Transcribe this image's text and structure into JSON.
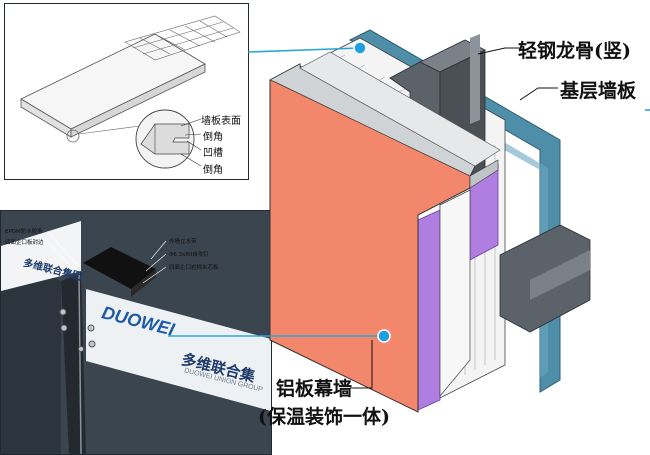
{
  "callouts": {
    "stud": "轻钢龙骨(竖)",
    "base_board": "基层墙板",
    "curtain_wall_line1": "铝板幕墙",
    "curtain_wall_line2": "(保温装饰一体)"
  },
  "detail_panel": {
    "labels": [
      "墙板表面",
      "倒角",
      "凹槽",
      "倒角"
    ]
  },
  "product_panel": {
    "left_notes": [
      "EPDM防水胶条",
      "四面企口板封边"
    ],
    "right_notes": [
      "外墙立水带",
      "Φ6.3x80自攻钉",
      "四面企口岩棉夹芯板"
    ],
    "brand_cn": "多维联合集团",
    "brand_en": "DUOWEI",
    "brand_en_sub": "DUOWEI UNION GROUP",
    "brand_cn_big": "多维联合集"
  },
  "colors": {
    "aluminum_panel": "#f2876c",
    "insulation": "#b07de0",
    "base_board": "#4f8ea8",
    "steel": "#565c63",
    "callout_line": "#2aa6d6",
    "dot": "#1ea0e0"
  }
}
